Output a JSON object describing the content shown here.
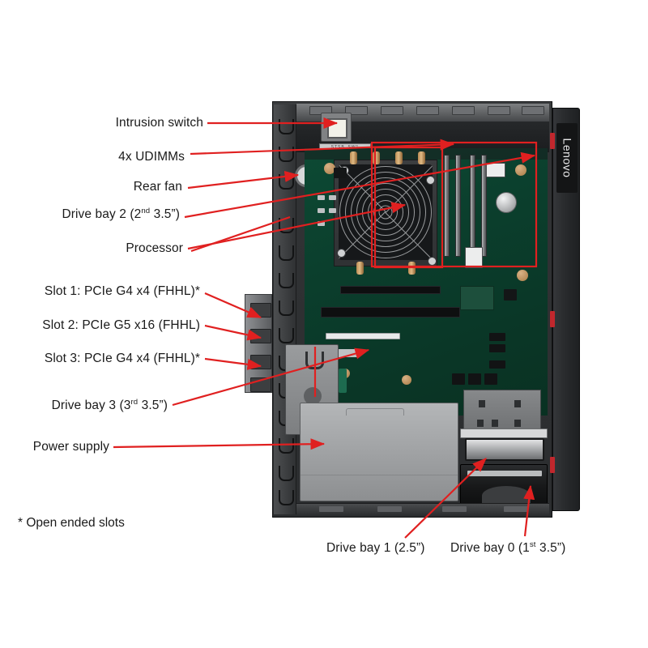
{
  "figure": {
    "product_brand": "Lenovo",
    "footnote": "* Open ended slots"
  },
  "callouts": [
    {
      "id": "intrusion-switch",
      "text_html": "Intrusion switch",
      "text": "Intrusion switch"
    },
    {
      "id": "udimms",
      "text_html": "4x UDIMMs",
      "text": "4x UDIMMs"
    },
    {
      "id": "rear-fan",
      "text_html": "Rear fan",
      "text": "Rear fan"
    },
    {
      "id": "drive-bay-2",
      "text_html": "Drive bay 2 (2<sup>nd</sup> 3.5”)",
      "text": "Drive bay 2 (2nd 3.5”)"
    },
    {
      "id": "processor",
      "text_html": "Processor",
      "text": "Processor"
    },
    {
      "id": "slot-1",
      "text_html": "Slot 1: PCIe G4 x4 (FHHL)*",
      "text": "Slot 1: PCIe G4 x4 (FHHL)*"
    },
    {
      "id": "slot-2",
      "text_html": "Slot 2: PCIe G5 x16 (FHHL)",
      "text": "Slot 2: PCIe G5 x16 (FHHL)"
    },
    {
      "id": "slot-3",
      "text_html": "Slot 3: PCIe G4 x4 (FHHL)*",
      "text": "Slot 3: PCIe G4 x4 (FHHL)*"
    },
    {
      "id": "drive-bay-3",
      "text_html": "Drive bay 3 (3<sup>rd</sup> 3.5”)",
      "text": "Drive bay 3 (3rd 3.5”)"
    },
    {
      "id": "power-supply",
      "text_html": "Power supply",
      "text": "Power supply"
    },
    {
      "id": "drive-bay-1",
      "text_html": "Drive bay 1 (2.5”)",
      "text": "Drive bay 1 (2.5”)"
    },
    {
      "id": "drive-bay-0",
      "text_html": "Drive bay 0 (1<sup>st</sup> 3.5”)",
      "text": "Drive bay 0 (1st 3.5”)"
    }
  ],
  "colors": {
    "leader_line": "#e02020",
    "highlight_box": "#e02020",
    "label_text": "#1a1a1a",
    "background": "#ffffff",
    "chassis_dark": "#2b2d2f",
    "pcb_green": "#0b3f2d",
    "psu_silver": "#a1a3a5"
  }
}
